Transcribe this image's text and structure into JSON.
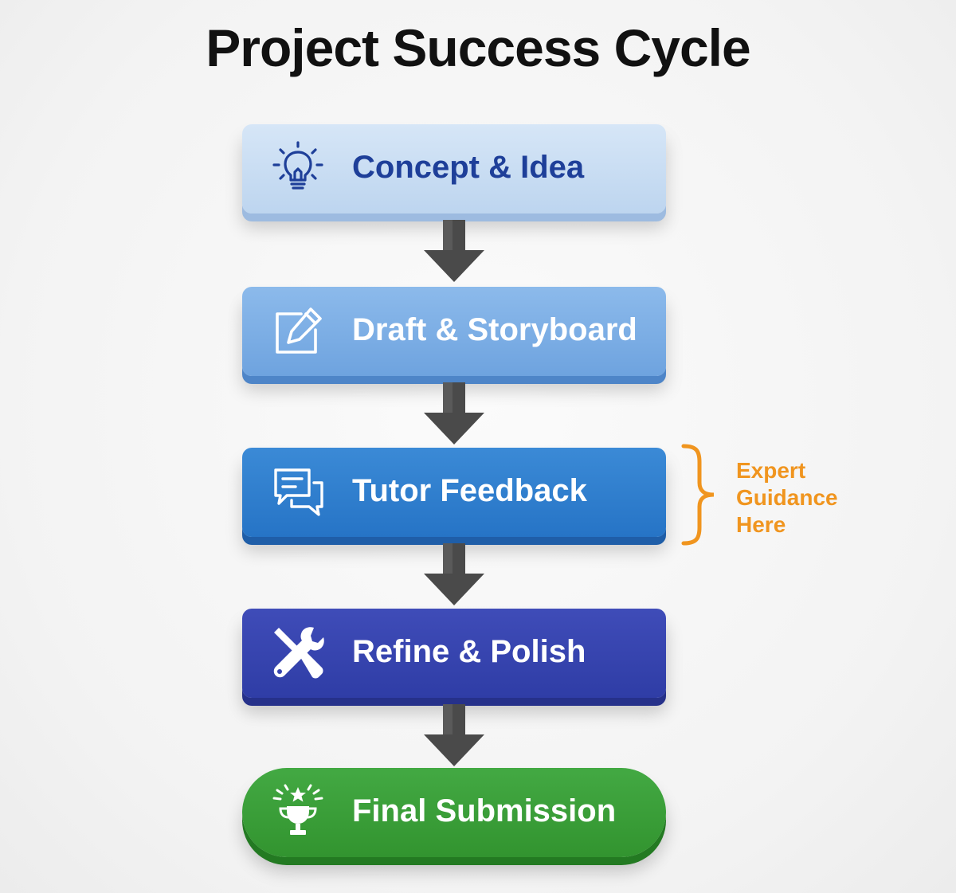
{
  "title": "Project Success Cycle",
  "steps": [
    {
      "label": "Concept & Idea",
      "icon": "lightbulb-icon"
    },
    {
      "label": "Draft & Storyboard",
      "icon": "pencil-edit-icon"
    },
    {
      "label": "Tutor Feedback",
      "icon": "chat-bubbles-icon"
    },
    {
      "label": "Refine & Polish",
      "icon": "wrench-screwdriver-icon"
    },
    {
      "label": "Final Submission",
      "icon": "trophy-icon"
    }
  ],
  "annotation": {
    "lines": [
      "Expert",
      "Guidance",
      "Here"
    ],
    "color": "#f0951f"
  },
  "colors": {
    "step_1": "#c9ddf3",
    "step_2": "#7dafe5",
    "step_3": "#2f80cf",
    "step_4": "#3744af",
    "step_5": "#3a9f38",
    "arrow": "#4a4a4a"
  }
}
